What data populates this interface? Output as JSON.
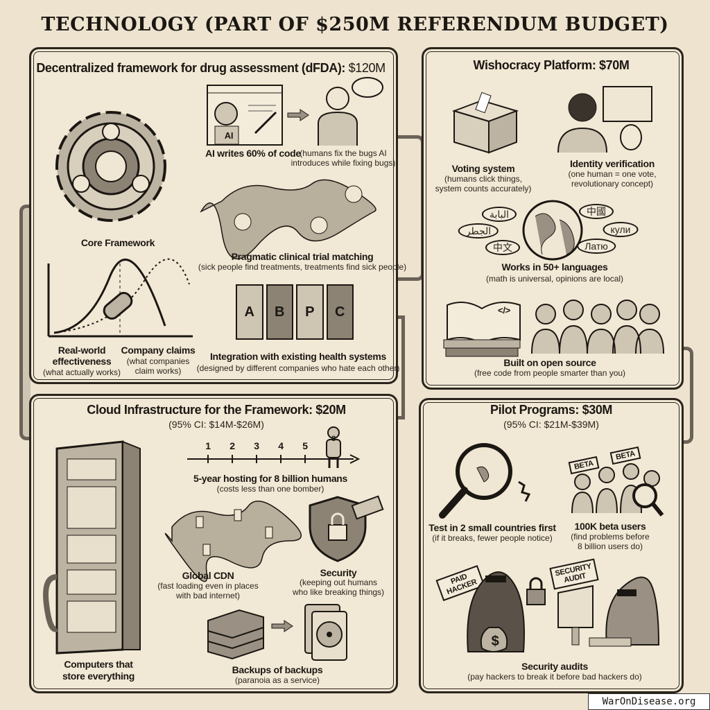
{
  "title": "TECHNOLOGY (PART OF $250M REFERENDUM BUDGET)",
  "dfda": {
    "heading": "Decentralized framework for drug assessment (dFDA):",
    "amount": "$120M",
    "ai_badge": "AI",
    "ai_label": "AI writes 60% of code",
    "humans_sub1": "(humans fix the bugs AI",
    "humans_sub2": "introduces while fixing bugs)",
    "core": "Core Framework",
    "trial_label": "Pragmatic clinical trial matching",
    "trial_sub": "(sick people find treatments, treatments find sick people)",
    "rw_label1": "Real-world",
    "rw_label2": "effectiveness",
    "rw_sub": "(what actually works)",
    "cc_label": "Company claims",
    "cc_sub1": "(what companies",
    "cc_sub2": "claim works)",
    "puzzle_letters": [
      "A",
      "B",
      "P",
      "C"
    ],
    "integ_label": "Integration with existing health systems",
    "integ_sub": "(designed by different companies who hate each other)"
  },
  "wish": {
    "heading": "Wishocracy Platform: $70M",
    "vote_label": "Voting system",
    "vote_sub1": "(humans click things,",
    "vote_sub2": "system counts accurately)",
    "id_label": "Identity verification",
    "id_sub1": "(one human = one vote,",
    "id_sub2": "revolutionary concept)",
    "bubbles": [
      "البابة",
      "الجطر",
      "中文",
      "中國",
      "кули",
      "Латю"
    ],
    "lang_label": "Works in 50+ languages",
    "lang_sub": "(math is universal, opinions are local)",
    "book_code": "</>",
    "os_label": "Built on open source",
    "os_sub": "(free code from people smarter than you)"
  },
  "cloud": {
    "heading": "Cloud Infrastructure for the Framework: $20M",
    "ci": "(95% CI: $14M-$26M)",
    "years": [
      "1",
      "2",
      "3",
      "4",
      "5"
    ],
    "person_badge": "8",
    "host_label": "5-year hosting for 8 billion humans",
    "host_sub": "(costs less than one bomber)",
    "cdn_label": "Global CDN",
    "cdn_sub1": "(fast loading even in places",
    "cdn_sub2": "with bad internet)",
    "sec_label": "Security",
    "sec_sub1": "(keeping out humans",
    "sec_sub2": "who like breaking things)",
    "comp_label1": "Computers that",
    "comp_label2": "store everything",
    "backup_label": "Backups of backups",
    "backup_sub": "(paranoia as a service)"
  },
  "pilot": {
    "heading": "Pilot Programs: $30M",
    "ci": "(95% CI: $21M-$39M)",
    "beta_signs": [
      "BETA",
      "BETA"
    ],
    "test_label": "Test in 2 small countries first",
    "test_sub": "(if it breaks, fewer people notice)",
    "beta_label": "100K beta users",
    "beta_sub1": "(find problems before",
    "beta_sub2": "8 billion users do)",
    "paid_sign": "PAID HACKER",
    "audit_sign": "SECURITY AUDIT",
    "dollar": "$",
    "audit_label": "Security audits",
    "audit_sub": "(pay hackers to break it before bad hackers do)"
  },
  "watermark": "WarOnDisease.org"
}
